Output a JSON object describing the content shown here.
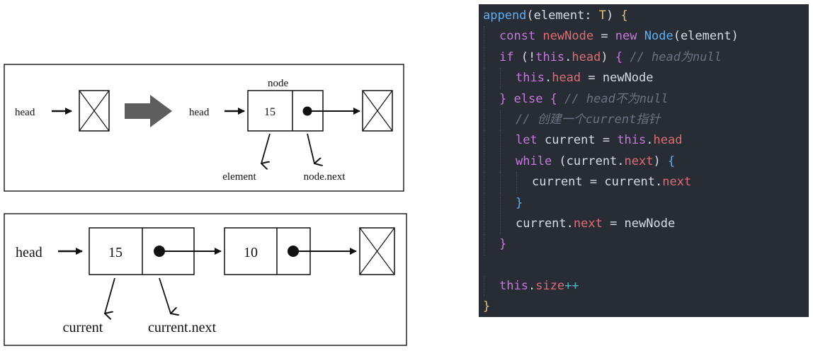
{
  "diagram_top": {
    "before_head_label": "head",
    "after_head_label": "head",
    "node_label": "node",
    "node_value": "15",
    "element_label": "element",
    "next_label": "node.next"
  },
  "diagram_bottom": {
    "head_label": "head",
    "node1_value": "15",
    "node2_value": "10",
    "current_label": "current",
    "current_next_label": "current.next"
  },
  "code": {
    "lines": [
      [
        [
          "fn",
          "append"
        ],
        [
          "plain",
          "(element: "
        ],
        [
          "type",
          "T"
        ],
        [
          "plain",
          ") "
        ],
        [
          "brace-y",
          "{"
        ]
      ],
      [
        [
          "kw",
          "const "
        ],
        [
          "var",
          "newNode"
        ],
        [
          "plain",
          " = "
        ],
        [
          "kw",
          "new "
        ],
        [
          "fn",
          "Node"
        ],
        [
          "plain",
          "(element)"
        ]
      ],
      [
        [
          "kw",
          "if "
        ],
        [
          "plain",
          "(!"
        ],
        [
          "kw",
          "this"
        ],
        [
          "plain",
          "."
        ],
        [
          "var",
          "head"
        ],
        [
          "plain",
          ") "
        ],
        [
          "brace-p",
          "{ "
        ],
        [
          "cmt",
          "// head为null"
        ]
      ],
      [
        [
          "kw",
          "this"
        ],
        [
          "plain",
          "."
        ],
        [
          "var",
          "head"
        ],
        [
          "plain",
          " = newNode"
        ]
      ],
      [
        [
          "brace-p",
          "} "
        ],
        [
          "kw",
          "else "
        ],
        [
          "brace-p",
          "{ "
        ],
        [
          "cmt",
          "// head不为null"
        ]
      ],
      [
        [
          "cmt",
          "// 创建一个current指针"
        ]
      ],
      [
        [
          "kw",
          "let "
        ],
        [
          "plain",
          "current = "
        ],
        [
          "kw",
          "this"
        ],
        [
          "plain",
          "."
        ],
        [
          "var",
          "head"
        ]
      ],
      [
        [
          "kw",
          "while "
        ],
        [
          "plain",
          "(current."
        ],
        [
          "var",
          "next"
        ],
        [
          "plain",
          ") "
        ],
        [
          "brace-b",
          "{"
        ]
      ],
      [
        [
          "plain",
          "current = current."
        ],
        [
          "var",
          "next"
        ]
      ],
      [
        [
          "brace-b",
          "}"
        ]
      ],
      [
        [
          "plain",
          "current."
        ],
        [
          "var",
          "next"
        ],
        [
          "plain",
          " = newNode"
        ]
      ],
      [
        [
          "brace-p",
          "}"
        ]
      ],
      [],
      [
        [
          "kw",
          "this"
        ],
        [
          "plain",
          "."
        ],
        [
          "var",
          "size"
        ],
        [
          "op",
          "++"
        ]
      ],
      [
        [
          "brace-y",
          "}"
        ]
      ]
    ],
    "indents": [
      0,
      1,
      1,
      2,
      1,
      2,
      2,
      2,
      3,
      2,
      2,
      1,
      0,
      1,
      0
    ]
  }
}
